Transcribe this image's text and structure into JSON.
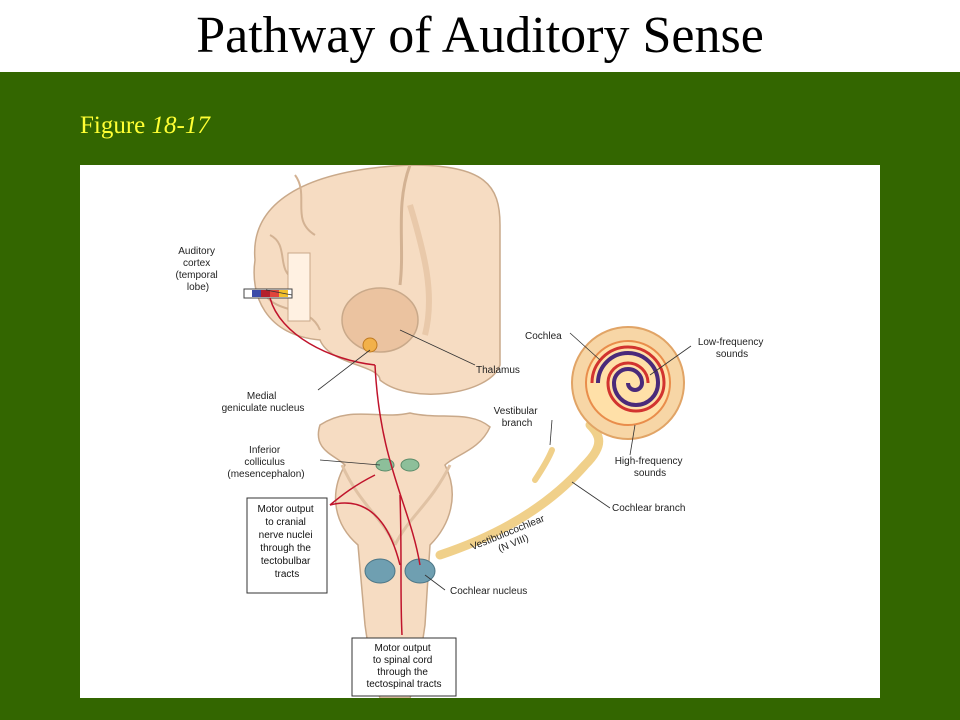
{
  "slide": {
    "title": "Pathway of Auditory Sense",
    "figure_word": "Figure",
    "figure_number": "18-17"
  },
  "labels": {
    "auditory_cortex": [
      "Auditory",
      "cortex",
      "(temporal",
      "lobe)"
    ],
    "medial_geniculate": [
      "Medial",
      "geniculate nucleus"
    ],
    "inferior_colliculus": [
      "Inferior",
      "colliculus",
      "(mesencephalon)"
    ],
    "motor_cranial": [
      "Motor output",
      "to cranial",
      "nerve nuclei",
      "through the",
      "tectobulbar",
      "tracts"
    ],
    "motor_spinal": [
      "Motor output",
      "to spinal cord",
      "through the",
      "tectospinal tracts"
    ],
    "thalamus": "Thalamus",
    "cochlea": "Cochlea",
    "low_freq": [
      "Low-frequency",
      "sounds"
    ],
    "high_freq": [
      "High-frequency",
      "sounds"
    ],
    "vestibular_branch": [
      "Vestibular",
      "branch"
    ],
    "cochlear_branch": "Cochlear branch",
    "vestibulocochlear": [
      "Vestibulocochlear",
      "(N VIII)"
    ],
    "cochlear_nucleus": "Cochlear nucleus"
  },
  "colors": {
    "slide_green": "#336600",
    "caption_yellow": "#ffff33",
    "tissue": "#f6dcc2",
    "pathway_red": "#c0142c"
  }
}
